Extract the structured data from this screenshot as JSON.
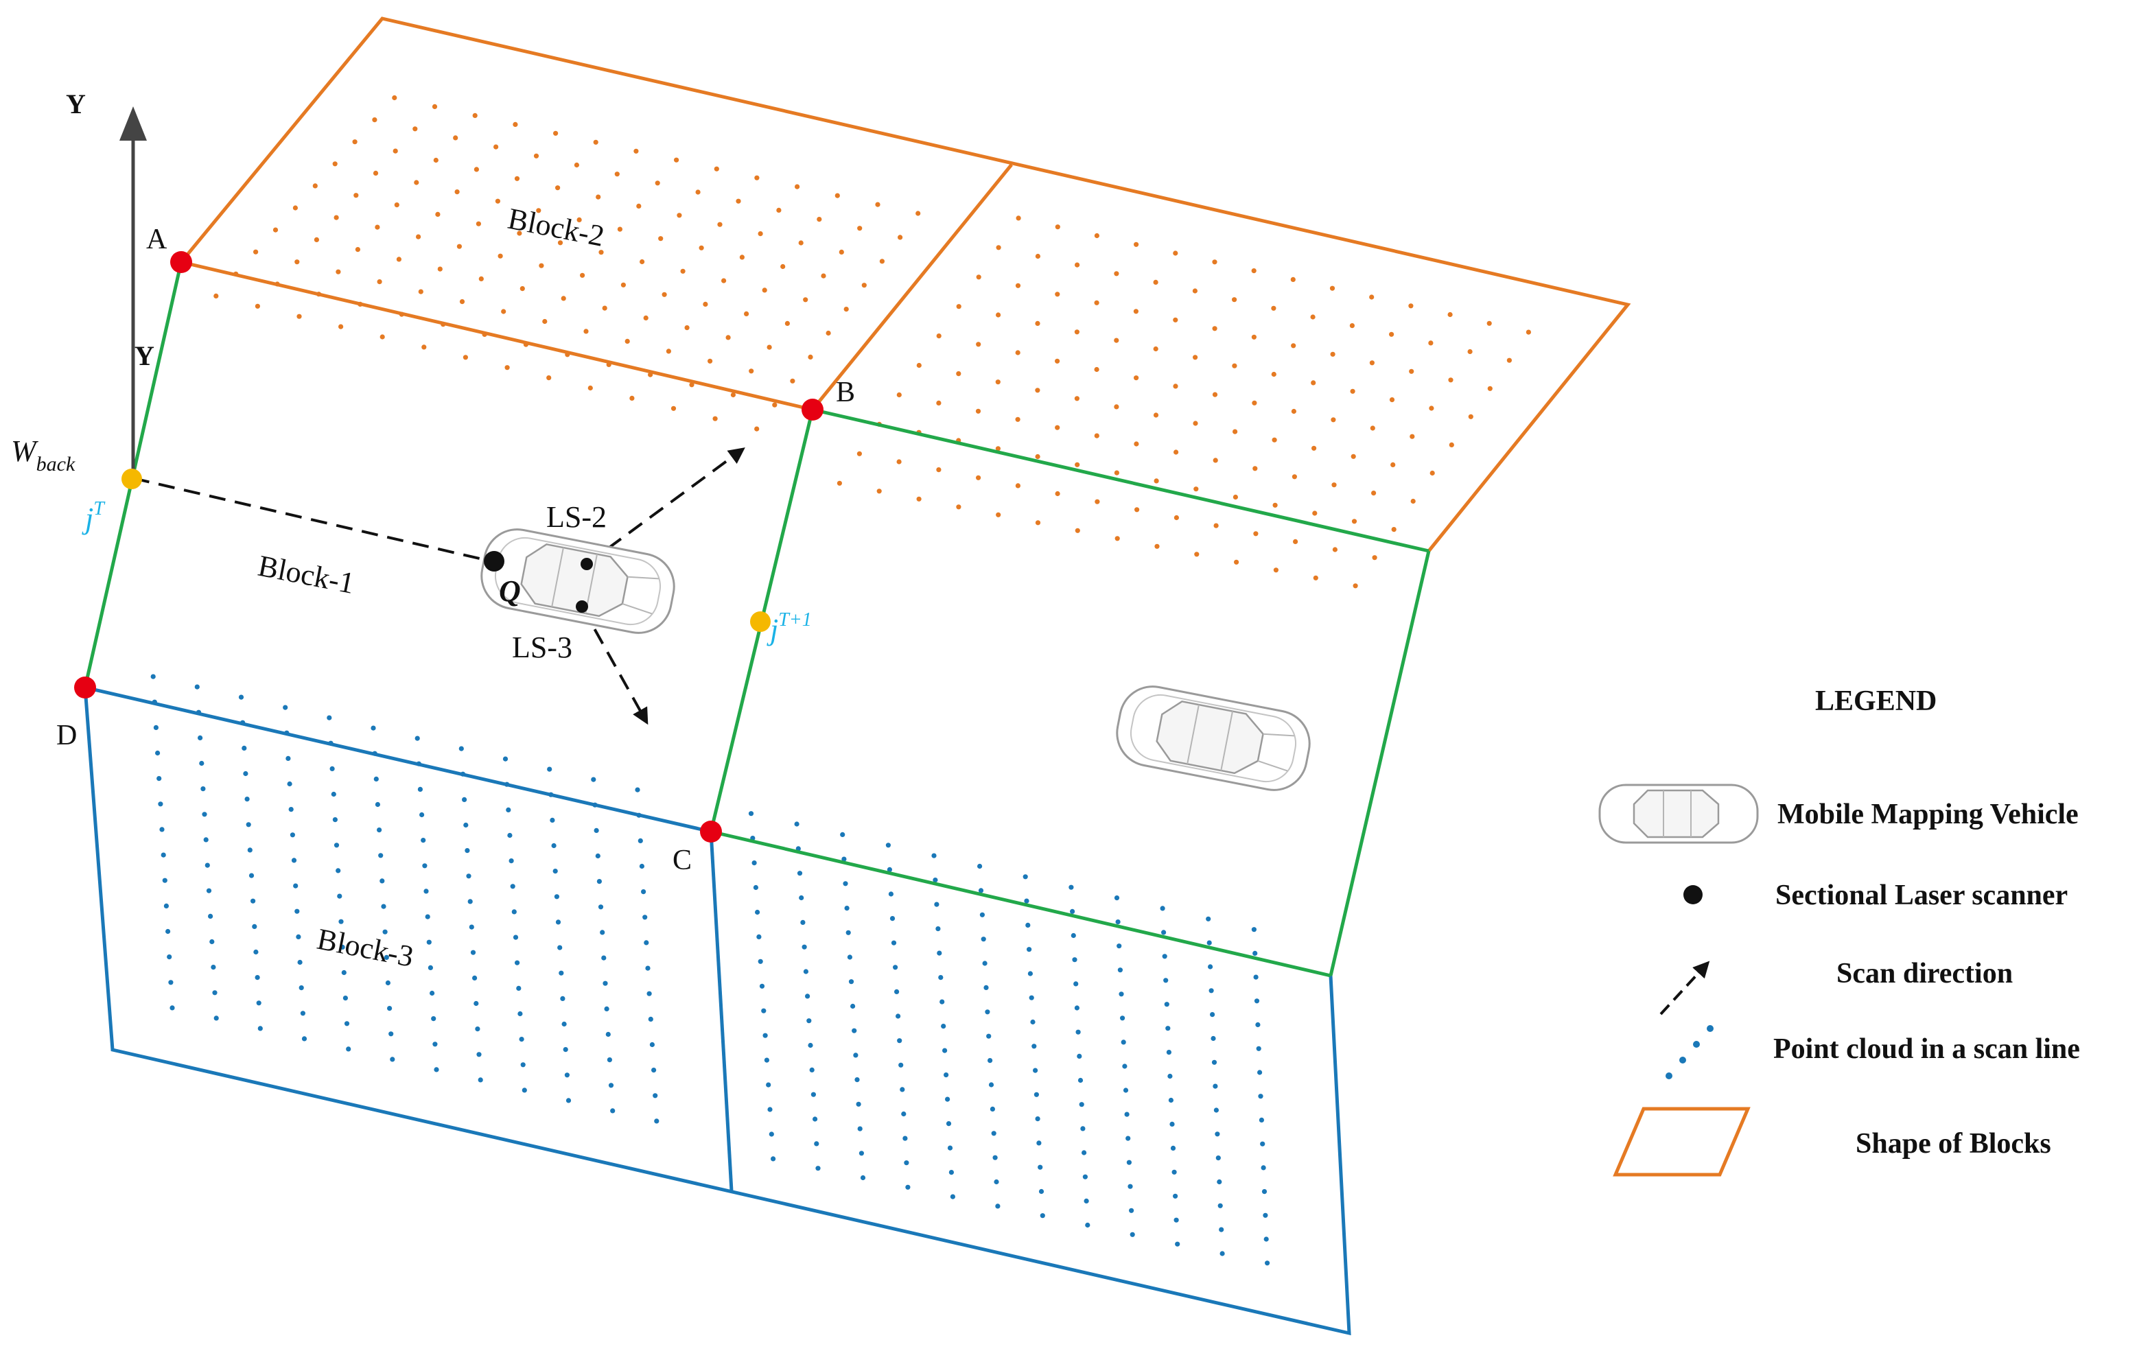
{
  "axis": {
    "label_top": "Y",
    "label_side": "Y"
  },
  "labels": {
    "w_back_main": "W",
    "w_back_sub": "back",
    "j_t_main": "j",
    "j_t_sup": "T",
    "j_t1_main": "j",
    "j_t1_sup": "T+1",
    "q": "Q",
    "ls2": "LS-2",
    "ls3": "LS-3"
  },
  "blocks": {
    "block1": "Block-1",
    "block2": "Block-2",
    "block3": "Block-3"
  },
  "points": {
    "a": "A",
    "b": "B",
    "c": "C",
    "d": "D"
  },
  "legend": {
    "title": "LEGEND",
    "items": [
      {
        "label": "Mobile Mapping Vehicle",
        "icon": "car-icon"
      },
      {
        "label": "Sectional Laser scanner",
        "icon": "black-dot-icon"
      },
      {
        "label": "Scan direction",
        "icon": "dashed-arrow-icon"
      },
      {
        "label": "Point cloud in a scan line",
        "icon": "dotted-line-icon"
      },
      {
        "label": "Shape of Blocks",
        "icon": "parallelogram-icon"
      }
    ]
  },
  "colors": {
    "orange": "#e57a23",
    "green": "#22a84a",
    "blue": "#1a78b8",
    "red": "#e60012",
    "yellow": "#f5b800",
    "cyan": "#1ab2e6",
    "axis": "#444444"
  }
}
